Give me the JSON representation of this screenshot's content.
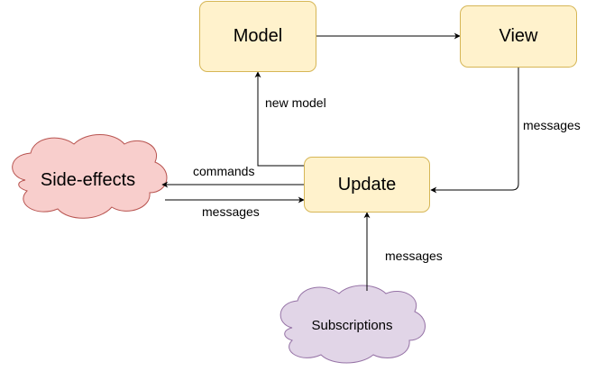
{
  "nodes": {
    "model": "Model",
    "view": "View",
    "update": "Update",
    "side_effects": "Side-effects",
    "subscriptions": "Subscriptions"
  },
  "edges": {
    "new_model": "new model",
    "view_messages": "messages",
    "commands": "commands",
    "side_effects_messages": "messages",
    "subscription_messages": "messages"
  },
  "colors": {
    "box_fill": "#fff2cc",
    "box_stroke": "#d6b656",
    "side_effects_fill": "#f8cecc",
    "side_effects_stroke": "#b85450",
    "subscriptions_fill": "#e1d5e7",
    "subscriptions_stroke": "#9673a6",
    "edge": "#000000"
  }
}
